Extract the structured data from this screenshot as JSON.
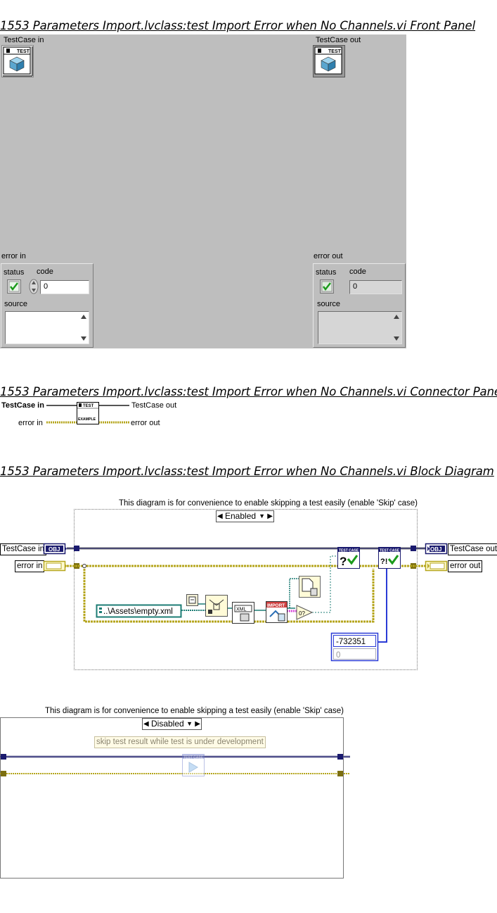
{
  "front_panel": {
    "heading": "1553 Parameters Import.lvclass:test Import Error when No Channels.vi Front Panel",
    "testcase_in_label": "TestCase in",
    "testcase_out_label": "TestCase out",
    "testcase_icon_text": "TEST",
    "error_in": {
      "label": "error in",
      "status_label": "status",
      "code_label": "code",
      "code_value": "0",
      "source_label": "source"
    },
    "error_out": {
      "label": "error out",
      "status_label": "status",
      "code_label": "code",
      "code_value": "0",
      "source_label": "source"
    }
  },
  "connector_pane": {
    "heading": "1553 Parameters Import.lvclass:test Import Error when No Channels.vi Connector Pane",
    "testcase_in": "TestCase in",
    "testcase_out": "TestCase out",
    "error_in": "error in",
    "error_out": "error out",
    "icon_top": "TEST",
    "icon_bottom": "EXAMPLE"
  },
  "block_diagram": {
    "heading": "1553 Parameters Import.lvclass:test Import Error when No Channels.vi Block Diagram",
    "enabled_case": {
      "comment": "This diagram is for convenience to enable skipping a test easily (enable 'Skip' case)",
      "selector": "Enabled",
      "testcase_in": "TestCase in",
      "testcase_out": "TestCase out",
      "error_in": "error in",
      "error_out": "error out",
      "path_constant": "..\\Assets\\empty.xml",
      "error_code_constant": "-732351",
      "error_code_secondary": "0",
      "obj_tag": "OBJ",
      "testcase_tag": "TEST CASE",
      "import_tag": "IMPORT",
      "xml_tag": "XML"
    },
    "disabled_case": {
      "comment": "This diagram is for convenience to enable skipping a test easily (enable 'Skip' case)",
      "selector": "Disabled",
      "skip_note": "skip test result while test is under development",
      "testcase_tag": "TEST CASE"
    }
  },
  "colors": {
    "panel_gray": "#bebebe",
    "class_wire": "#1a1a6e",
    "error_wire": "#b5a51c",
    "path_wire": "#1c7c74",
    "pink_wire": "#d84ad8",
    "int_wire": "#2a3bd6"
  }
}
